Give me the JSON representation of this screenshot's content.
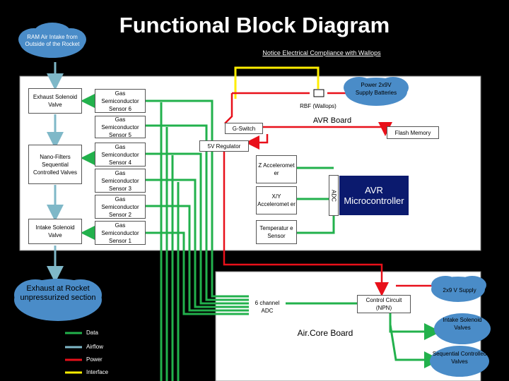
{
  "title": "Functional Block Diagram",
  "compliance_note": "Notice Electrical Compliance with Wallops",
  "ram_air_intake": "RAM Air Intake from Outside of the Rocket",
  "power_supply": "Power 2x9V Supply Batteries",
  "rbf": "RBF (Wallops)",
  "avr_board": "AVR Board",
  "g_switch": "G-Switch",
  "flash_memory": "Flash Memory",
  "regulator": "5V Regulator",
  "z_accel": "Z Acceleromet er",
  "xy_accel": "X/Y Acceleromet er",
  "adc_tag": "ADC",
  "avr_micro": "AVR Microcontroller",
  "temp_sensor": "Temperatur e Sensor",
  "exhaust_valve": "Exhaust Solenoid Valve",
  "nano_filters": "Nano-Filters Sequential Controlled Valves",
  "intake_valve": "Intake Solenoid Valve",
  "gas_sensors": [
    "Gas Semiconductor Sensor 6",
    "Gas Semiconductor Sensor 5",
    "Gas Semiconductor Sensor 4",
    "Gas Semiconductor Sensor 3",
    "Gas Semiconductor Sensor 2",
    "Gas Semiconductor Sensor 1"
  ],
  "exhaust_outlet": "Exhaust at Rocket unpressurized section",
  "aircore_board": "Air.Core Board",
  "adc_6ch": "6 channel ADC",
  "control_circuit": "Control Circuit (NPN)",
  "aircore_supply": "2x9 V Supply",
  "intake_valves_out": "Intake Solenoid Valves",
  "seq_valves_out": "Sequential Controlled Valves",
  "legend": [
    "Data",
    "Airflow",
    "Power",
    "Interface"
  ],
  "colors": {
    "data": "#22b14c",
    "airflow": "#7fb8c8",
    "power": "#e8101a",
    "interface": "#ffee00"
  }
}
